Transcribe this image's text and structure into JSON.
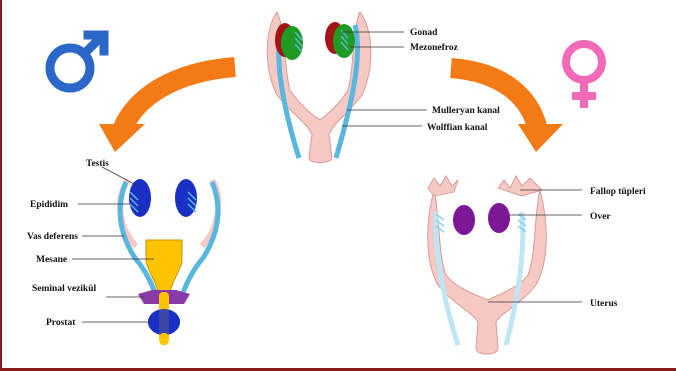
{
  "symbols": {
    "male": {
      "icon": "male-symbol-icon",
      "color": "#2a67c9"
    },
    "female": {
      "icon": "female-symbol-icon",
      "color": "#f06ab8"
    }
  },
  "arrows": {
    "color": "#f47a16"
  },
  "colors": {
    "duct_blue": "#58b6df",
    "tissue_pink": "#f6c9c4",
    "gonad_red": "#a51414",
    "mesonephros_green": "#1f9a22",
    "testis_blue": "#1a30c4",
    "bladder_yellow": "#ffc400",
    "vesicle_purple": "#8a3aa6",
    "ovary_purple": "#7b1896",
    "prostate_blue": "#1a30c4"
  },
  "labels": {
    "indifferent": {
      "gonad": "Gonad",
      "mesonephros": "Mezonefroz",
      "mullerian": "Mulleryan kanal",
      "wolffian": "Wolffian kanal"
    },
    "male": {
      "testis": "Testis",
      "epididymis": "Epididim",
      "vas_deferens": "Vas deferens",
      "bladder": "Mesane",
      "seminal_vesicle": "Seminal vezikül",
      "prostate": "Prostat"
    },
    "female": {
      "fallopian": "Fallop tüpleri",
      "ovary": "Over",
      "uterus": "Uterus"
    }
  }
}
